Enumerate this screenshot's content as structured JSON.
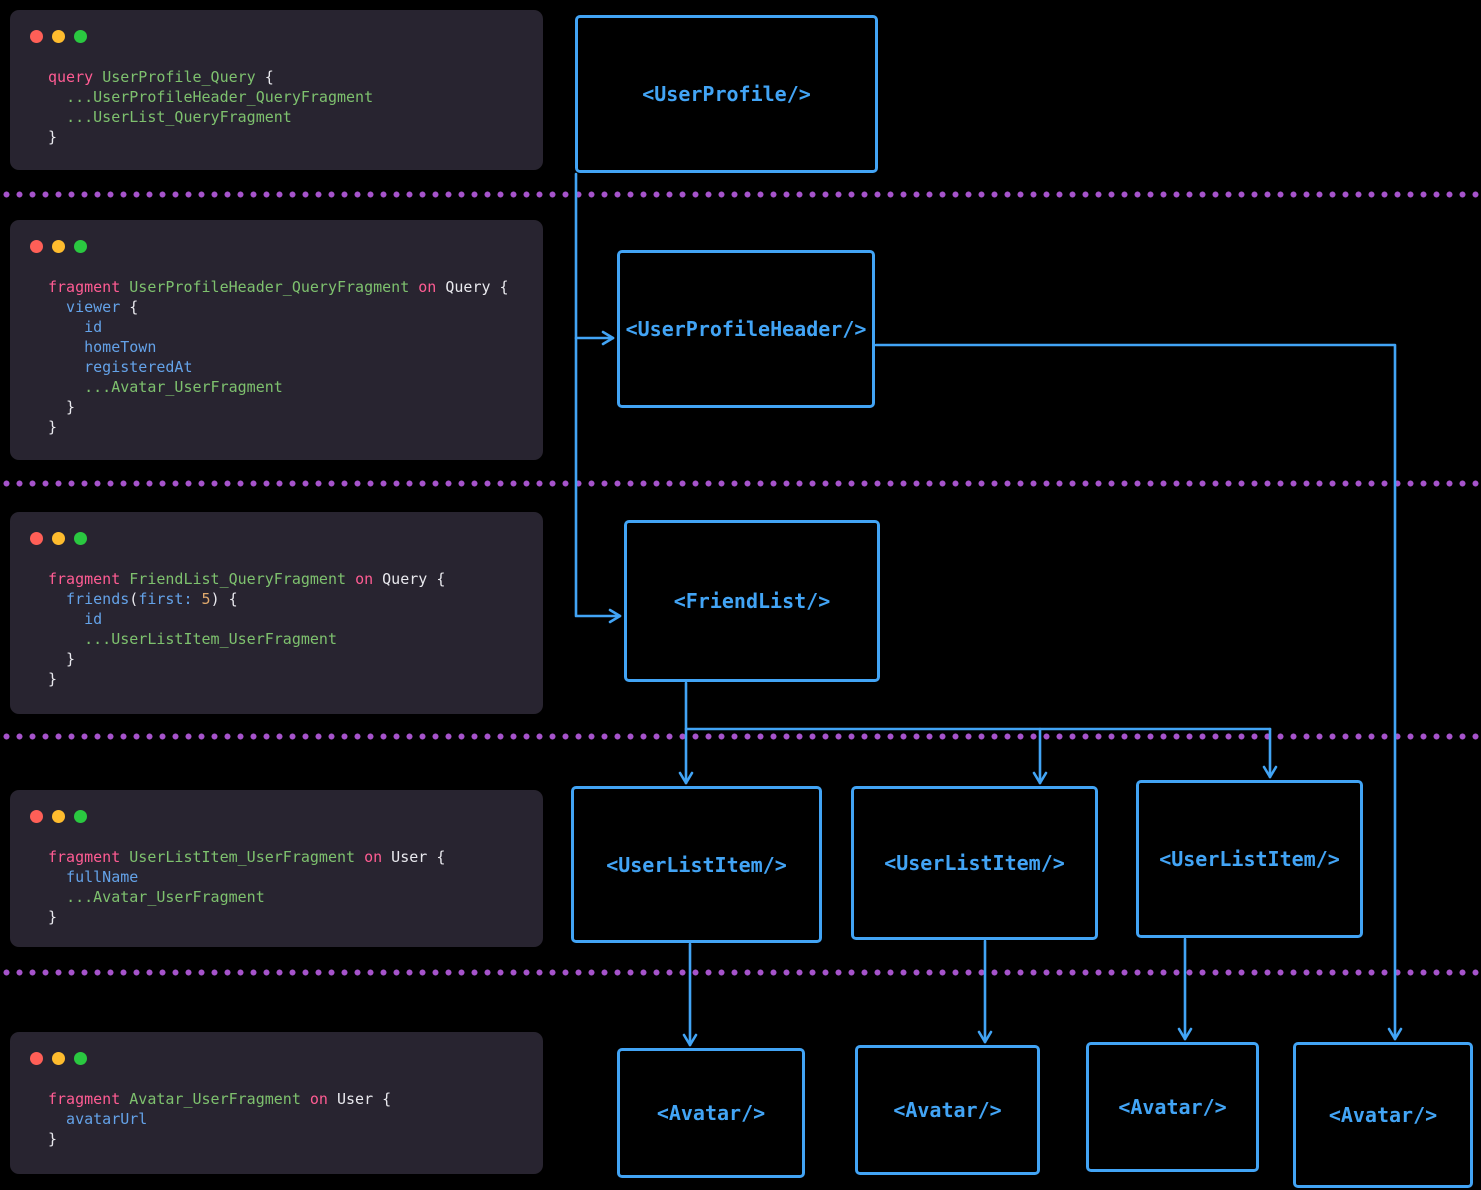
{
  "colors": {
    "background": "#000000",
    "panel_bg": "#282430",
    "accent_blue": "#42a4f5",
    "separator_purple": "#a653cb",
    "traffic_red": "#ff5f57",
    "traffic_yellow": "#febc2e",
    "traffic_green": "#2ac840",
    "code_keyword": "#ff5c93",
    "code_name": "#7ec16e",
    "code_field": "#64a2e8",
    "code_plain": "#e9e9ee",
    "code_number": "#e0a96d"
  },
  "window_controls": [
    "close",
    "minimize",
    "maximize"
  ],
  "code_panels": [
    {
      "name": "user-profile-query",
      "lines": [
        [
          {
            "t": "query ",
            "c": "kw"
          },
          {
            "t": "UserProfile_Query",
            "c": "nm"
          },
          {
            "t": " {",
            "c": "pl"
          }
        ],
        [
          {
            "t": "  ",
            "c": "pl"
          },
          {
            "t": "...UserProfileHeader_QueryFragment",
            "c": "nm"
          }
        ],
        [
          {
            "t": "  ",
            "c": "pl"
          },
          {
            "t": "...UserList_QueryFragment",
            "c": "nm"
          }
        ],
        [
          {
            "t": "}",
            "c": "pl"
          }
        ]
      ]
    },
    {
      "name": "user-profile-header-query-fragment",
      "lines": [
        [
          {
            "t": "fragment ",
            "c": "kw"
          },
          {
            "t": "UserProfileHeader_QueryFragment",
            "c": "nm"
          },
          {
            "t": " ",
            "c": "pl"
          },
          {
            "t": "on",
            "c": "kw"
          },
          {
            "t": " Query {",
            "c": "pl"
          }
        ],
        [
          {
            "t": "  viewer",
            "c": "fd"
          },
          {
            "t": " {",
            "c": "pl"
          }
        ],
        [
          {
            "t": "    id",
            "c": "fd"
          }
        ],
        [
          {
            "t": "    homeTown",
            "c": "fd"
          }
        ],
        [
          {
            "t": "    registeredAt",
            "c": "fd"
          }
        ],
        [
          {
            "t": "    ",
            "c": "pl"
          },
          {
            "t": "...Avatar_UserFragment",
            "c": "nm"
          }
        ],
        [
          {
            "t": "  }",
            "c": "pl"
          }
        ],
        [
          {
            "t": "}",
            "c": "pl"
          }
        ]
      ]
    },
    {
      "name": "friend-list-query-fragment",
      "lines": [
        [
          {
            "t": "fragment ",
            "c": "kw"
          },
          {
            "t": "FriendList_QueryFragment",
            "c": "nm"
          },
          {
            "t": " ",
            "c": "pl"
          },
          {
            "t": "on",
            "c": "kw"
          },
          {
            "t": " Query {",
            "c": "pl"
          }
        ],
        [
          {
            "t": "  friends",
            "c": "fd"
          },
          {
            "t": "(",
            "c": "pl"
          },
          {
            "t": "first:",
            "c": "fd"
          },
          {
            "t": " ",
            "c": "pl"
          },
          {
            "t": "5",
            "c": "num"
          },
          {
            "t": ") {",
            "c": "pl"
          }
        ],
        [
          {
            "t": "    id",
            "c": "fd"
          }
        ],
        [
          {
            "t": "    ",
            "c": "pl"
          },
          {
            "t": "...UserListItem_UserFragment",
            "c": "nm"
          }
        ],
        [
          {
            "t": "  }",
            "c": "pl"
          }
        ],
        [
          {
            "t": "}",
            "c": "pl"
          }
        ]
      ]
    },
    {
      "name": "user-list-item-user-fragment",
      "lines": [
        [
          {
            "t": "fragment ",
            "c": "kw"
          },
          {
            "t": "UserListItem_UserFragment",
            "c": "nm"
          },
          {
            "t": " ",
            "c": "pl"
          },
          {
            "t": "on",
            "c": "kw"
          },
          {
            "t": " User {",
            "c": "pl"
          }
        ],
        [
          {
            "t": "  fullName",
            "c": "fd"
          }
        ],
        [
          {
            "t": "  ",
            "c": "pl"
          },
          {
            "t": "...Avatar_UserFragment",
            "c": "nm"
          }
        ],
        [
          {
            "t": "}",
            "c": "pl"
          }
        ]
      ]
    },
    {
      "name": "avatar-user-fragment",
      "lines": [
        [
          {
            "t": "fragment ",
            "c": "kw"
          },
          {
            "t": "Avatar_UserFragment",
            "c": "nm"
          },
          {
            "t": " ",
            "c": "pl"
          },
          {
            "t": "on",
            "c": "kw"
          },
          {
            "t": " User {",
            "c": "pl"
          }
        ],
        [
          {
            "t": "  avatarUrl",
            "c": "fd"
          }
        ],
        [
          {
            "t": "}",
            "c": "pl"
          }
        ]
      ]
    }
  ],
  "diagram": {
    "boxes": [
      {
        "id": "user-profile",
        "label": "<UserProfile/>"
      },
      {
        "id": "user-profile-header",
        "label": "<UserProfileHeader/>"
      },
      {
        "id": "friend-list",
        "label": "<FriendList/>"
      },
      {
        "id": "user-list-item-1",
        "label": "<UserListItem/>"
      },
      {
        "id": "user-list-item-2",
        "label": "<UserListItem/>"
      },
      {
        "id": "user-list-item-3",
        "label": "<UserListItem/>"
      },
      {
        "id": "avatar-1",
        "label": "<Avatar/>"
      },
      {
        "id": "avatar-2",
        "label": "<Avatar/>"
      },
      {
        "id": "avatar-3",
        "label": "<Avatar/>"
      },
      {
        "id": "avatar-4",
        "label": "<Avatar/>"
      }
    ],
    "edges": [
      {
        "from": "user-profile",
        "to": "user-profile-header"
      },
      {
        "from": "user-profile",
        "to": "friend-list"
      },
      {
        "from": "friend-list",
        "to": "user-list-item-1"
      },
      {
        "from": "friend-list",
        "to": "user-list-item-2"
      },
      {
        "from": "friend-list",
        "to": "user-list-item-3"
      },
      {
        "from": "user-list-item-1",
        "to": "avatar-1"
      },
      {
        "from": "user-list-item-2",
        "to": "avatar-2"
      },
      {
        "from": "user-list-item-3",
        "to": "avatar-3"
      },
      {
        "from": "user-profile-header",
        "to": "avatar-4"
      }
    ]
  }
}
